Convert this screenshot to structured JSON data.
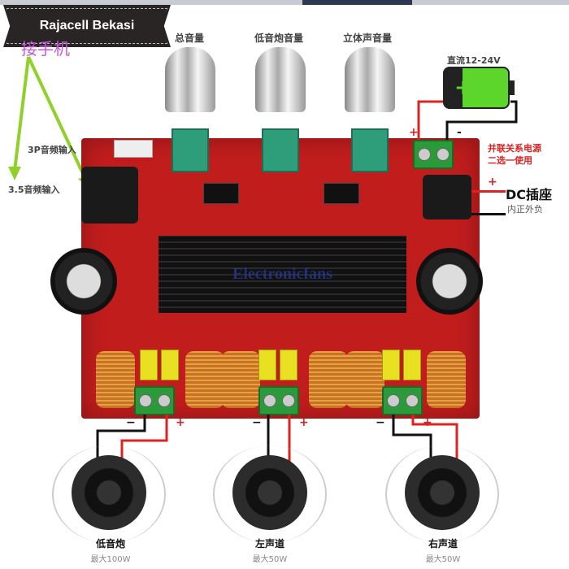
{
  "watermark": "Rajacell Bekasi",
  "annotation_phone": "接手机",
  "knobs": [
    {
      "label": "总音量"
    },
    {
      "label": "低音炮音量"
    },
    {
      "label": "立体声音量"
    }
  ],
  "power": {
    "battery_label": "直流12-24V",
    "parallel_note_1": "并联关系电源",
    "parallel_note_2": "二选一使用",
    "dc_label": "DC插座",
    "dc_polarity": "内正外负",
    "plus": "+",
    "minus": "-"
  },
  "inputs": {
    "input_3p": "3P音频输入",
    "input_35": "3.5音频输入"
  },
  "board_watermark": "Electronicfans",
  "speakers": [
    {
      "name": "低音炮",
      "max": "最大100W"
    },
    {
      "name": "左声道",
      "max": "最大50W"
    },
    {
      "name": "右声道",
      "max": "最大50W"
    }
  ],
  "polarity": {
    "minus": "−",
    "plus": "+"
  },
  "colors": {
    "board": "#c21d1d",
    "pink": "#c45ad8",
    "arrow": "#8fd12a",
    "wire_red": "#d22",
    "battery_green": "#5cd62a"
  }
}
